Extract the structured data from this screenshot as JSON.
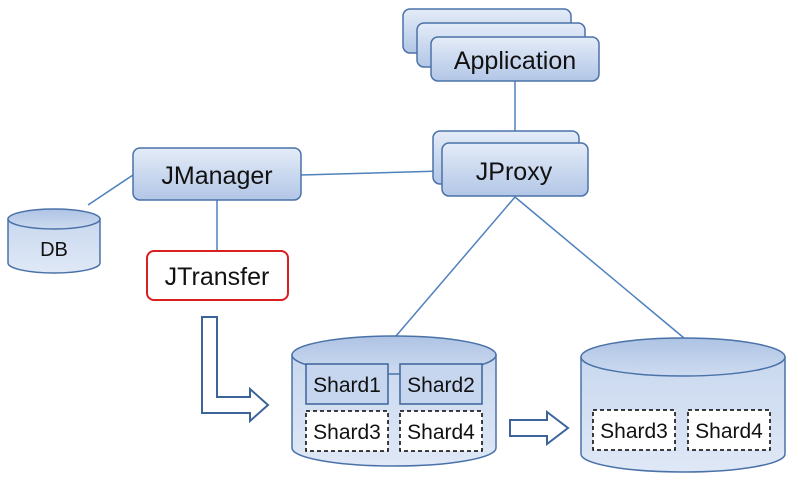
{
  "nodes": {
    "application": "Application",
    "jproxy": "JProxy",
    "jmanager": "JManager",
    "jtransfer": "JTransfer",
    "db": "DB"
  },
  "source_cluster": {
    "active_shards": [
      "Shard1",
      "Shard2"
    ],
    "moving_shards": [
      "Shard3",
      "Shard4"
    ]
  },
  "target_cluster": {
    "moved_shards": [
      "Shard3",
      "Shard4"
    ]
  },
  "colors": {
    "node_border": "#4a72a8",
    "node_fill_top": "#e4ecf8",
    "node_fill_bottom": "#b2c6e6",
    "line": "#4f81bd",
    "jtransfer_border": "#d92020",
    "arrow": "#3c639a",
    "shard_border_dashed": "#000000"
  },
  "icons": {
    "db": "cylinder",
    "cluster": "cylinder",
    "flow": "hollow-arrow"
  }
}
